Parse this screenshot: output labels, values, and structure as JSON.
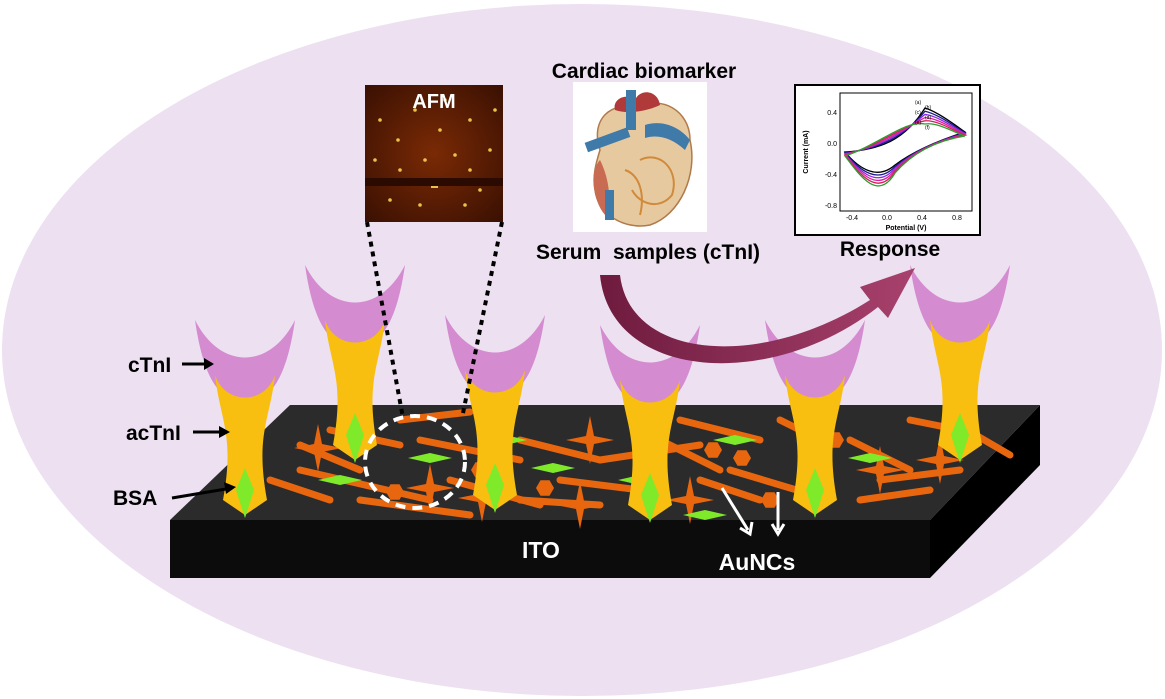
{
  "labels": {
    "cardiac_title": "Cardiac biomarker",
    "serum_label": "Serum  samples (cTnI)",
    "afm_label": "AFM",
    "response_label": "Response",
    "ctni": "cTnI",
    "actni": "acTnI",
    "bsa": "BSA",
    "ito": "ITO",
    "auncs": "AuNCs"
  },
  "cv_plot": {
    "ylabel": "Current (mA)",
    "xlabel": "Potential (V)",
    "y_ticks": [
      "0.4",
      "0.0",
      "-0.4",
      "-0.8"
    ],
    "x_ticks": [
      "-0.4",
      "0.0",
      "0.4",
      "0.8"
    ],
    "curve_labels": [
      "(a)",
      "(b)",
      "(c)",
      "(d)",
      "(e)",
      "(f)"
    ],
    "curve_colors": [
      "#000000",
      "#1a1a8c",
      "#8a2be2",
      "#e0209f",
      "#d02060",
      "#2e9e2e"
    ]
  },
  "colors": {
    "background_ellipse": "#ece0f1",
    "substrate": "#1a1a1a",
    "antibody": "#f8be10",
    "antigen": "#d48bd0",
    "bsa": "#7fea2a",
    "nanocluster": "#e8670e",
    "arrow": "#8b2a55"
  }
}
